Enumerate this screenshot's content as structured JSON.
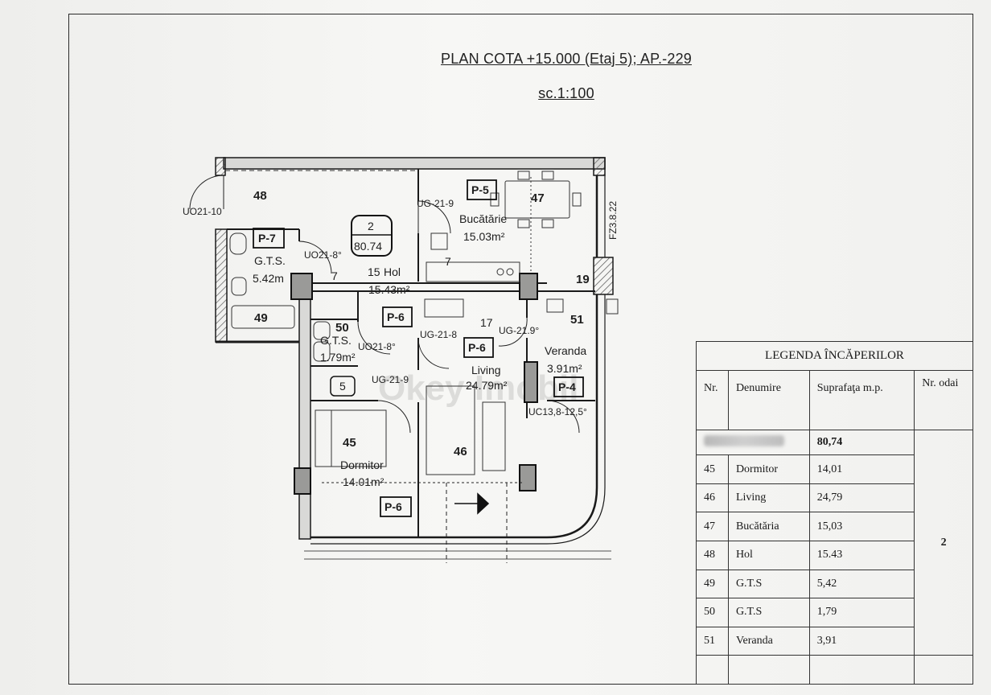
{
  "document": {
    "title": "PLAN COTA +15.000 (Etaj 5); AP.-229",
    "scale": "sc.1:100"
  },
  "plan": {
    "apartment_badge": {
      "number": "2",
      "area": "80.74"
    },
    "rooms": [
      {
        "nr": "48",
        "name": "",
        "area": ""
      },
      {
        "nr": "47",
        "name": "Bucătărie",
        "area": "15.03m²"
      },
      {
        "nr": "15",
        "name": "Hol",
        "area": "15.43m²"
      },
      {
        "nr": "49",
        "name": "G.T.S.",
        "area": "5.42m"
      },
      {
        "nr": "50",
        "name": "G.T.S.",
        "area": "1.79m²"
      },
      {
        "nr": "51",
        "name": "Veranda",
        "area": "3.91m²"
      },
      {
        "nr": "17",
        "name": "Living",
        "area": "24.79m²"
      },
      {
        "nr": "45",
        "name": "Dormitor",
        "area": "14.01m²"
      },
      {
        "nr": "46",
        "name": "",
        "area": ""
      }
    ],
    "tags": [
      "P-5",
      "P-7",
      "P-6",
      "P-6",
      "P-4",
      "P-6"
    ],
    "codes": [
      "UO21-10",
      "UG-21-9",
      "UO21-8°",
      "UG-21-8",
      "UG-21.9°",
      "UO21-8°",
      "UG-21-9",
      "UC13,8-12,5°",
      "FZ3.8.22"
    ],
    "small_numbers": [
      "7",
      "7",
      "19",
      "5"
    ],
    "watermark": "Okey Imobil"
  },
  "legend": {
    "title": "LEGENDA ÎNCĂPERILOR",
    "columns": [
      "Nr.",
      "Denumire",
      "Suprafaţa m.p.",
      "Nr. odai"
    ],
    "total": {
      "area": "80,74",
      "rooms": "2"
    },
    "rows": [
      {
        "nr": "45",
        "name": "Dormitor",
        "area": "14,01"
      },
      {
        "nr": "46",
        "name": "Living",
        "area": "24,79"
      },
      {
        "nr": "47",
        "name": "Bucătăria",
        "area": "15,03"
      },
      {
        "nr": "48",
        "name": "Hol",
        "area": "15.43"
      },
      {
        "nr": "49",
        "name": "G.T.S",
        "area": "5,42"
      },
      {
        "nr": "50",
        "name": "G.T.S",
        "area": "1,79"
      },
      {
        "nr": "51",
        "name": "Veranda",
        "area": "3,91"
      }
    ]
  }
}
